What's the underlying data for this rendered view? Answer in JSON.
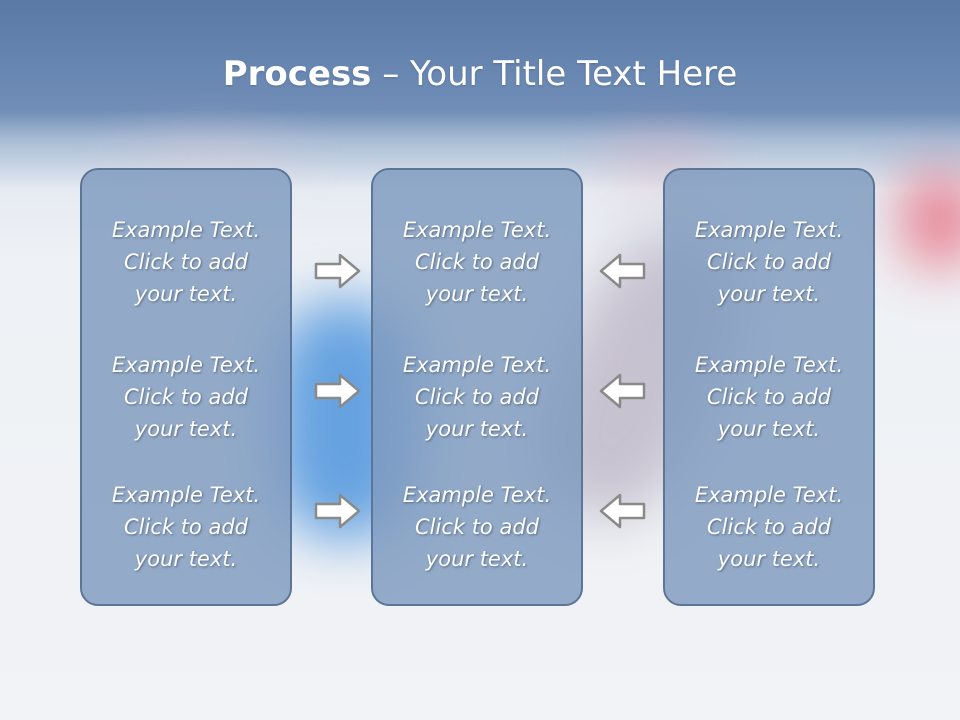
{
  "slide": {
    "title_bold": "Process",
    "title_rest": " – Your Title Text Here"
  },
  "panels": {
    "left": [
      "Example Text.\nClick  to add\nyour text.",
      "Example Text.\nClick  to add\nyour text.",
      "Example Text.\nClick  to add\nyour text."
    ],
    "center": [
      "Example Text.\nClick  to add\nyour text.",
      "Example Text.\nClick  to add\nyour text.",
      "Example Text.\nClick  to add\nyour text."
    ],
    "right": [
      "Example Text.\nClick  to add\nyour text.",
      "Example Text.\nClick  to add\nyour text.",
      "Example Text.\nClick  to add\nyour text."
    ]
  },
  "arrows": {
    "left_column": "arrow-right-icon",
    "right_column": "arrow-left-icon",
    "color": "#8a8a8a"
  },
  "colors": {
    "header": "#6f8db7",
    "panel_fill": "#7e9abe",
    "panel_border": "#5d7698"
  }
}
